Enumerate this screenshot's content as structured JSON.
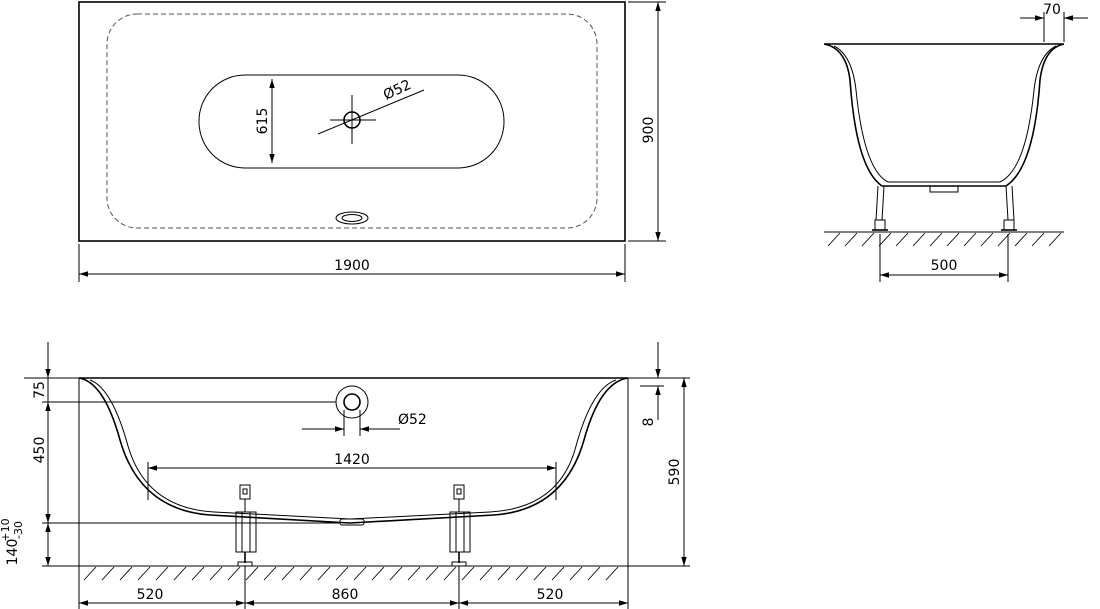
{
  "top_view": {
    "length": "1900",
    "width": "900",
    "oval_width": "615",
    "drain_diameter": "Ø52"
  },
  "end_view": {
    "rim": "70",
    "leg_spacing": "500"
  },
  "side_view": {
    "rim_to_overflow": "75",
    "depth": "450",
    "overflow_diameter": "Ø52",
    "leg_span_top": "1420",
    "rim_thickness": "8",
    "total_height": "590",
    "foot_tolerance_plus": "+10",
    "foot_tolerance_minus": "-30",
    "foot_height": "140",
    "leg_offset_left": "520",
    "leg_spacing": "860",
    "leg_offset_right": "520"
  }
}
